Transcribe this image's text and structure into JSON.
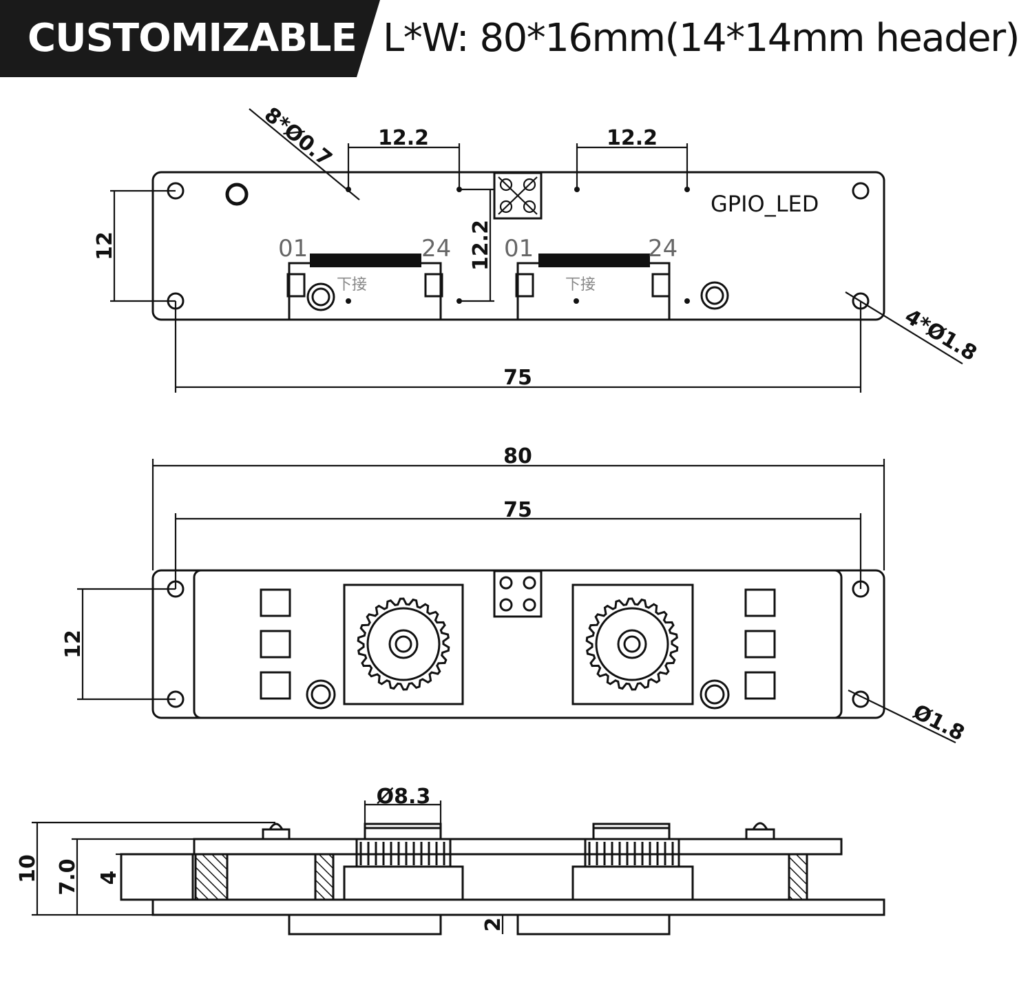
{
  "header": {
    "badge_label": "CUSTOMIZABLE",
    "dimensions_label": "L*W: 80*16mm(14*14mm header)"
  },
  "top_view": {
    "dim_left_spacing": "12.2",
    "dim_right_spacing": "12.2",
    "dim_middle_vertical": "12.2",
    "dim_height": "12",
    "dim_hole_spacing": "75",
    "small_holes_callout": "8*Ø0.7",
    "mount_holes_callout": "4*Ø1.8",
    "silkscreen_label": "GPIO_LED",
    "left_connector_pin_start": "01",
    "left_connector_pin_end": "24",
    "right_connector_pin_start": "01",
    "right_connector_pin_end": "24",
    "left_connector_note": "下接",
    "right_connector_note": "下接"
  },
  "front_view": {
    "dim_overall_length": "80",
    "dim_hole_spacing": "75",
    "dim_height": "12",
    "hole_callout": "Ø1.8"
  },
  "side_view": {
    "dim_lens_diameter": "Ø8.3",
    "dim_total_height": "10",
    "dim_board_stack": "7.0",
    "dim_standoff": "4",
    "dim_bottom": "2"
  }
}
